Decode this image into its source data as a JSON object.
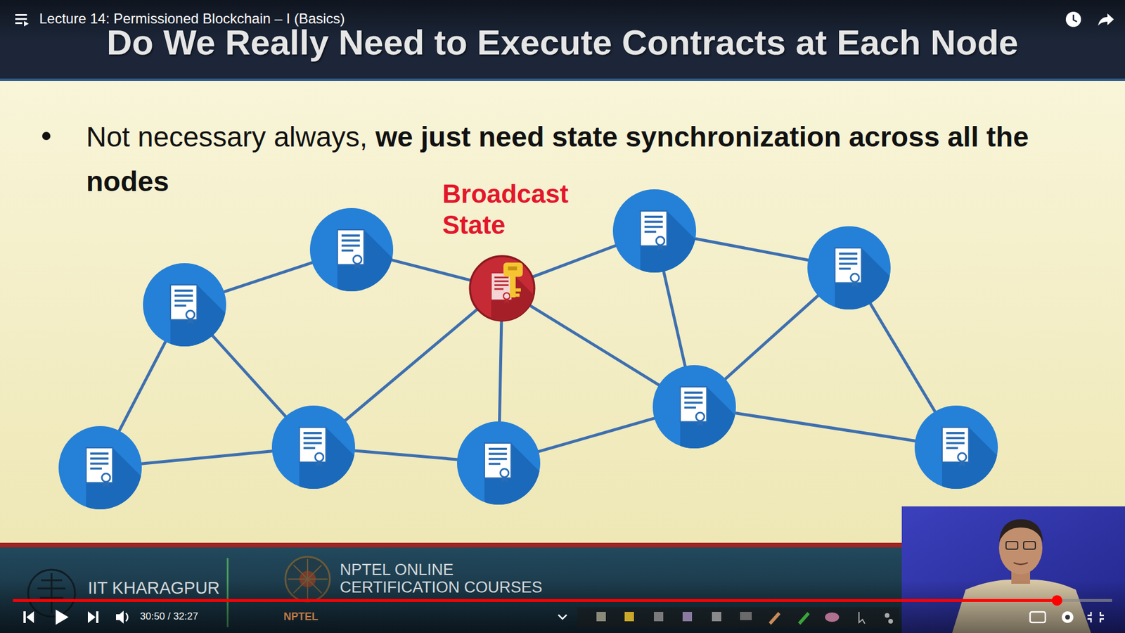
{
  "diagram": {
    "title": "Do We Really Need to Execute Contracts at Each Node",
    "nodes": [
      {
        "text": []
      },
      {
        "text": []
      },
      {
        "text": []
      },
      {
        "text": []
      },
      {
        "text": []
      },
      {
        "text": [
          "Broadcast State"
        ]
      },
      {
        "text": []
      },
      {
        "text": []
      },
      {
        "text": []
      },
      {
        "text": []
      }
    ],
    "edges": [
      {
        "from": 0,
        "to": 1,
        "arrow": "none"
      },
      {
        "from": 0,
        "to": 3,
        "arrow": "none"
      },
      {
        "from": 1,
        "to": 2,
        "arrow": "none"
      },
      {
        "from": 1,
        "to": 3,
        "arrow": "none"
      },
      {
        "from": 2,
        "to": 5,
        "arrow": "none"
      },
      {
        "from": 3,
        "to": 5,
        "arrow": "none"
      },
      {
        "from": 3,
        "to": 4,
        "arrow": "none"
      },
      {
        "from": 4,
        "to": 5,
        "arrow": "none"
      },
      {
        "from": 4,
        "to": 7,
        "arrow": "none"
      },
      {
        "from": 5,
        "to": 6,
        "arrow": "none"
      },
      {
        "from": 5,
        "to": 7,
        "arrow": "none"
      },
      {
        "from": 6,
        "to": 8,
        "arrow": "none"
      },
      {
        "from": 6,
        "to": 7,
        "arrow": "none"
      },
      {
        "from": 7,
        "to": 8,
        "arrow": "none"
      },
      {
        "from": 7,
        "to": 9,
        "arrow": "none"
      },
      {
        "from": 8,
        "to": 9,
        "arrow": "none"
      }
    ],
    "labels": [
      "Lecture 14: Permissioned Blockchain – I (Basics)",
      "Not necessary always,",
      "we just need state synchronization across all the nodes",
      "IIT KHARAGPUR",
      "NPTEL ONLINE CERTIFICATION COURSES",
      "NPTEL",
      "30:50 / 32:27"
    ]
  }
}
